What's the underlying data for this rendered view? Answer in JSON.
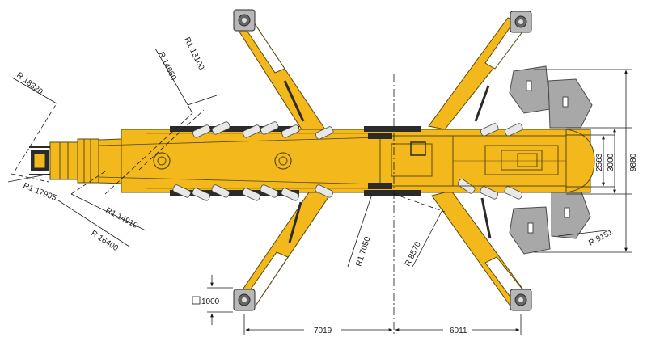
{
  "colors": {
    "body": "#f2b81c",
    "outline": "#5a4a10",
    "dark": "#2b2b2b",
    "weight": "#a8a8a8",
    "pad": "#b8b8b8",
    "line": "#1a1a1a"
  },
  "labels": {
    "r13100": "R1 13100",
    "r14660": "R 14660",
    "r18320": "R 18320",
    "r17995": "R1 17995",
    "r14910": "R1 14910",
    "r16400": "R 16400",
    "r7050": "R1 7050",
    "r8570": "R 8570",
    "r9151": "R 9151",
    "d2563": "2563",
    "d3000": "3000",
    "d9880": "9880",
    "d7019": "7019",
    "d6011": "6011",
    "pad_size": "1000"
  }
}
